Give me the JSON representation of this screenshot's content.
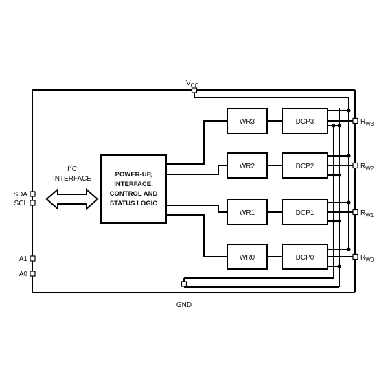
{
  "logic_block": {
    "line1": "POWER-UP,",
    "line2": "INTERFACE,",
    "line3": "CONTROL AND",
    "line4": "STATUS LOGIC"
  },
  "interface": {
    "line1_prefix": "I",
    "line1_sup": "2",
    "line1_suffix": "C",
    "line2": "INTERFACE"
  },
  "pins": {
    "vcc_main": "V",
    "vcc_sub": "CC",
    "gnd": "GND",
    "sda": "SDA",
    "scl": "SCL",
    "a1": "A1",
    "a0": "A0",
    "rw3_main": "R",
    "rw3_sub": "W3",
    "rw2_main": "R",
    "rw2_sub": "W2",
    "rw1_main": "R",
    "rw1_sub": "W1",
    "rw0_main": "R",
    "rw0_sub": "W0"
  },
  "registers": [
    "WR3",
    "WR2",
    "WR1",
    "WR0"
  ],
  "dcps": [
    "DCP3",
    "DCP2",
    "DCP1",
    "DCP0"
  ]
}
